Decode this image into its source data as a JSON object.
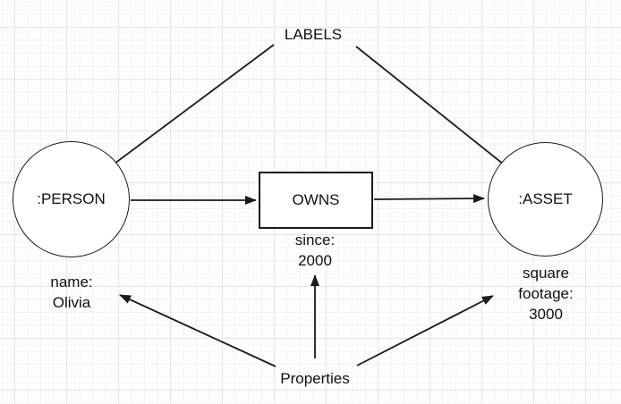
{
  "diagram": {
    "annotations": {
      "labels_title": "LABELS",
      "properties_title": "Properties"
    },
    "nodes": {
      "person": {
        "label": ":PERSON"
      },
      "asset": {
        "label": ":ASSET"
      }
    },
    "relationship": {
      "label": "OWNS"
    },
    "properties": {
      "person": {
        "line1": "name:",
        "line2": "Olivia"
      },
      "relationship": {
        "line1": "since:",
        "line2": "2000"
      },
      "asset": {
        "line1": "square",
        "line2": "footage:",
        "line3": "3000"
      }
    },
    "colors": {
      "stroke": "#1a1a1a",
      "shape_fill": "#ffffff",
      "grid_minor": "#f3f3f3",
      "grid_major": "#e5e5e5",
      "background": "#fdfdfd"
    }
  }
}
